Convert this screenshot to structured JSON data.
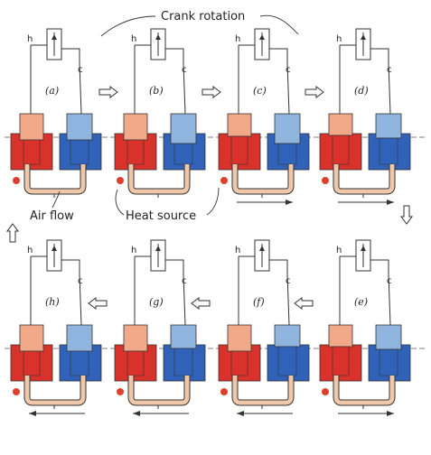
{
  "annotations": {
    "crank_rotation": "Crank rotation",
    "air_flow": "Air flow",
    "heat_source": "Heat source"
  },
  "crank_letters": {
    "hot": "h",
    "cold": "c"
  },
  "colors": {
    "hot": "#d8322b",
    "hot_light": "#f2a98a",
    "cold": "#2f62b8",
    "cold_light": "#8fb4de",
    "pipe": "#f0c7a8",
    "outline": "#333333",
    "flame": "#e0402b"
  },
  "panels": [
    {
      "label": "(a)",
      "hot_level": 0.55,
      "cold_level": 0.55,
      "flow": "none"
    },
    {
      "label": "(b)",
      "hot_level": 0.55,
      "cold_level": 0.75,
      "flow": "none"
    },
    {
      "label": "(c)",
      "hot_level": 0.35,
      "cold_level": 0.75,
      "flow": "right"
    },
    {
      "label": "(d)",
      "hot_level": 0.3,
      "cold_level": 0.45,
      "flow": "right"
    },
    {
      "label": "(e)",
      "hot_level": 0.3,
      "cold_level": 0.45,
      "flow": "right"
    },
    {
      "label": "(f)",
      "hot_level": 0.55,
      "cold_level": 0.3,
      "flow": "left"
    },
    {
      "label": "(g)",
      "hot_level": 0.55,
      "cold_level": 0.4,
      "flow": "left"
    },
    {
      "label": "(h)",
      "hot_level": 0.55,
      "cold_level": 0.55,
      "flow": "left"
    }
  ]
}
